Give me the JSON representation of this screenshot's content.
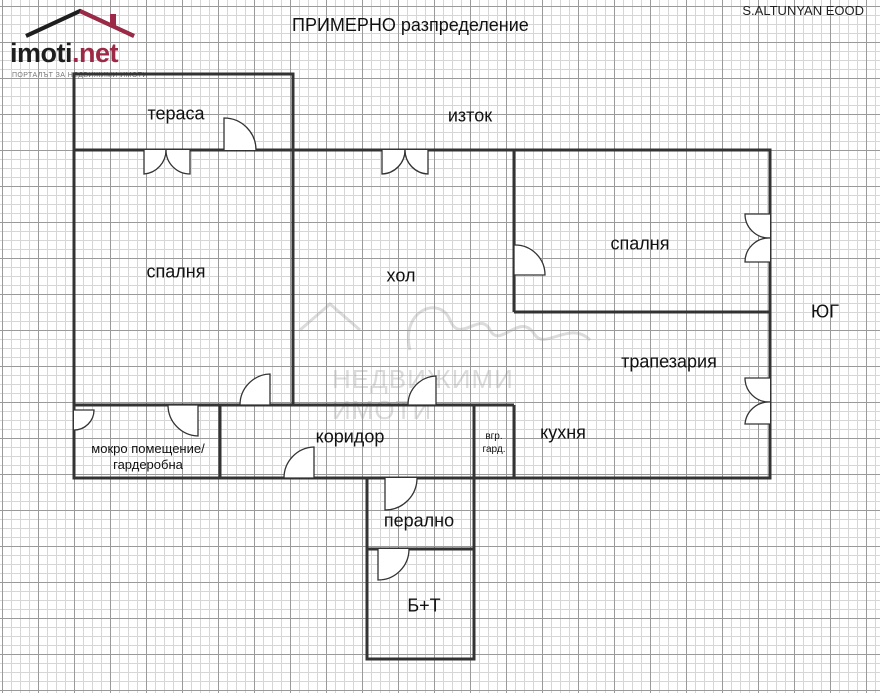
{
  "brand": {
    "name_main": "imoti",
    "name_accent": ".net",
    "tagline": "ПОРТАЛЪТ ЗА НЕДВИЖИМИ ИМОТИ",
    "accent_color": "#9c2a46"
  },
  "header": {
    "title": "ПРИМЕРНО разпределение",
    "owner": "S.ALTUNYAN EOOD"
  },
  "directions": {
    "east": "изток",
    "south": "ЮГ"
  },
  "rooms": {
    "terrace": "тераса",
    "bedroom_left": "спалня",
    "living": "хол",
    "bedroom_right": "спалня",
    "dining": "трапезария",
    "wet_room_line1": "мокро помещение/",
    "wet_room_line2": "гардеробна",
    "corridor": "коридор",
    "wardrobe_line1": "вгр.",
    "wardrobe_line2": "гард.",
    "kitchen": "кухня",
    "laundry": "перално",
    "bathroom": "Б+Т"
  },
  "watermark": {
    "subtitle": "НЕДВИЖИМИ ИМОТИ",
    "script_mark": "Силви"
  }
}
